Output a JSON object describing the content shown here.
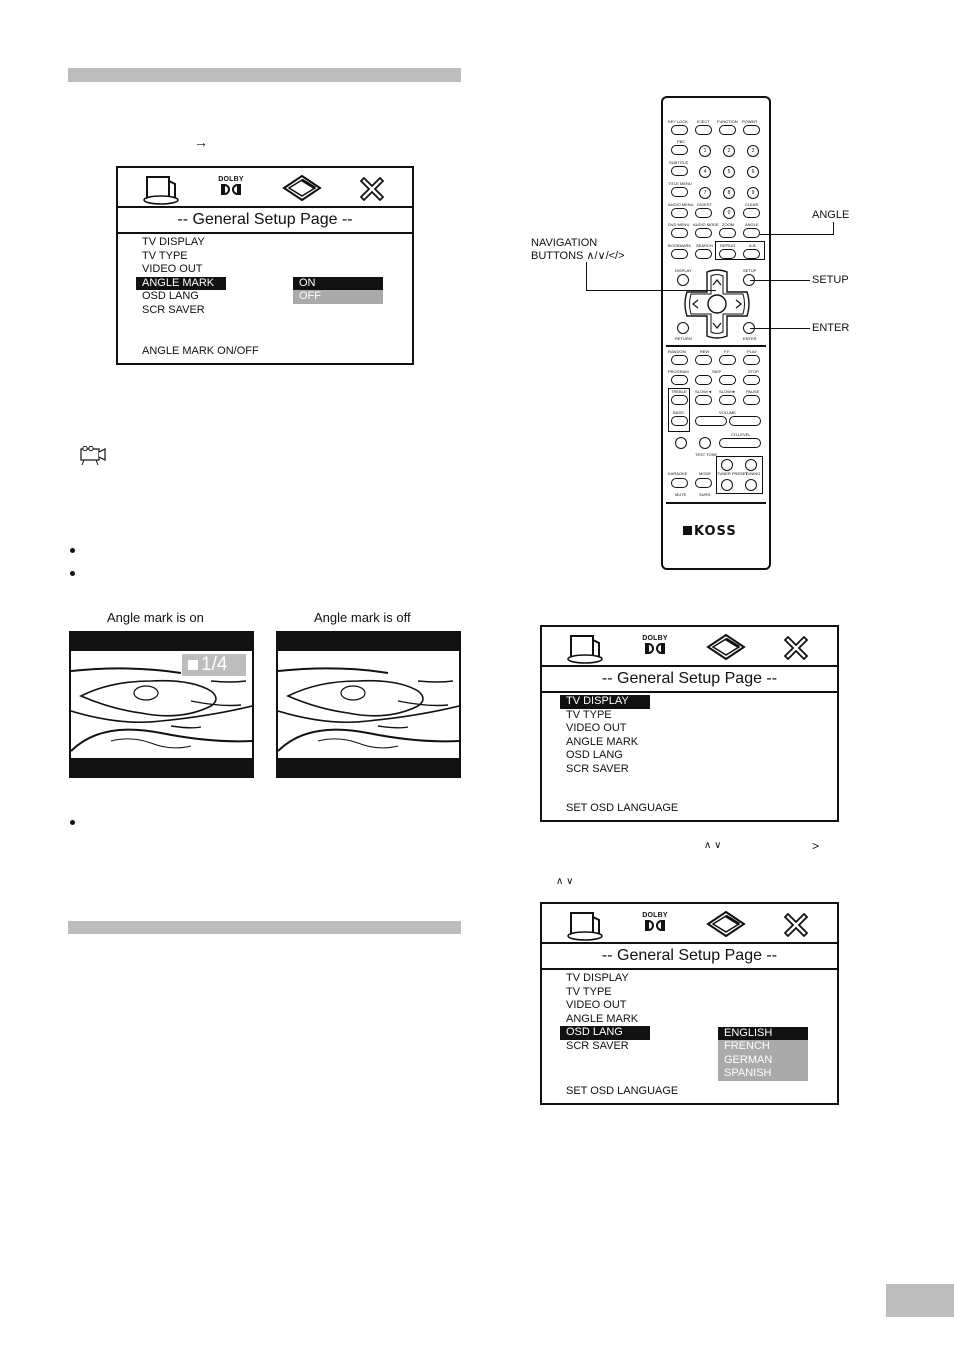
{
  "breadcrumb_arrow": "→",
  "osd_common": {
    "dolby_label": "DOLBY",
    "title": "-- General  Setup  Page --",
    "menu_items": [
      "TV DISPLAY",
      "TV TYPE",
      "VIDEO OUT",
      "ANGLE MARK",
      "OSD LANG",
      "SCR SAVER"
    ]
  },
  "osd_angle": {
    "selected_index": 3,
    "options": [
      "ON",
      "OFF"
    ],
    "footer": "ANGLE MARK ON/OFF"
  },
  "osd_display": {
    "selected_index": 0,
    "footer": "SET OSD LANGUAGE"
  },
  "osd_lang": {
    "selected_index": 4,
    "options": [
      "ENGLISH",
      "FRENCH",
      "GERMAN",
      "SPANISH"
    ],
    "footer": "SET OSD LANGUAGE"
  },
  "figures": {
    "on_caption": "Angle mark is on",
    "off_caption": "Angle mark is off",
    "angle_badge": "1/4"
  },
  "instruction_glyphs": {
    "updown": "∧ ∨",
    "right": ">",
    "updown2": "∧ ∨"
  },
  "remote": {
    "callouts": {
      "angle": "ANGLE",
      "navigation_line1": "NAVIGATION",
      "navigation_line2": "BUTTONS ∧/∨/</>",
      "setup": "SETUP",
      "enter": "ENTER"
    },
    "brand": "KOSS",
    "button_labels": {
      "row1": [
        "KEY LOCK",
        "EJECT",
        "FUNCTION",
        "POWER"
      ],
      "pbc": "PBC",
      "subtitle": "SUBTITLE",
      "title_menu": "TITLE MENU",
      "audio_menu": "AUDIO MENU",
      "digest": "DIGEST",
      "clear": "CLEAR",
      "dvd_menu": "DVD MENU",
      "audio_mode": "AUDIO MODE",
      "zoom": "ZOOM",
      "angle": "ANGLE",
      "bookmark": "BOOKMARK",
      "search": "SEARCH",
      "repeat": "REPEAT",
      "ab": "A-B",
      "display": "DISPLAY",
      "setup": "SETUP",
      "return": "RETURN",
      "enter": "ENTER",
      "transport_top": [
        "RANDOM",
        "F.F.",
        "PLAY"
      ],
      "rew": "REW",
      "program": "PROGRAM",
      "skip": "SKIP",
      "stop": "STOP",
      "treble": "TREBLE",
      "slow_rev": "SLOW/◄",
      "slow_fwd": "SLOW/►",
      "pause": "PAUSE",
      "bass": "BASS",
      "volume": "VOLUME",
      "ch_level": "CH-LEVEL",
      "test_tone": "TEST TONE",
      "karaoke": "KARAOKE",
      "mode": "MODE",
      "tuner_preset": "TUNER PRESET",
      "tuning": "TUNING",
      "mute": "MUTE",
      "surr": "SURR.",
      "digits": [
        "1",
        "2",
        "3",
        "4",
        "5",
        "6",
        "7",
        "8",
        "9",
        "0"
      ]
    }
  }
}
